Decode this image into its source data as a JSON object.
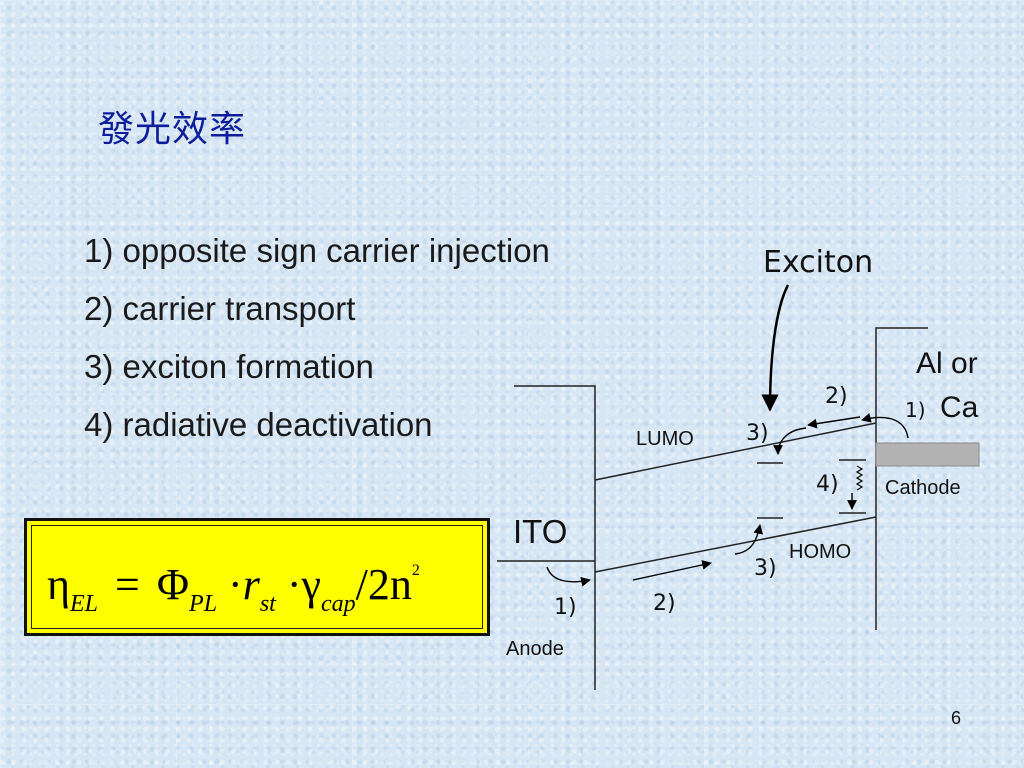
{
  "title": "發光效率",
  "steps": [
    "1) opposite sign carrier injection",
    "2) carrier transport",
    "3) exciton formation",
    "4) radiative deactivation"
  ],
  "formula": {
    "eta": "η",
    "eta_sub": "EL",
    "equals": "=",
    "phi": "Φ",
    "phi_sub": "PL",
    "dot": "·",
    "r": "r",
    "r_sub": "st",
    "gamma": "γ",
    "gamma_sub": "cap",
    "tail": "/2n",
    "tail_sup": "2"
  },
  "diagram": {
    "exciton_label": "Exciton",
    "ito_label": "ITO",
    "anode_label": "Anode",
    "lumo_label": "LUMO",
    "homo_label": "HOMO",
    "cathode_material_line1": "Al or",
    "cathode_material_line2": "Ca",
    "cathode_label": "Cathode",
    "step_1_cathode": "1)",
    "step_2_electron": "2)",
    "step_3_electron": "3)",
    "step_4_emission": "4)",
    "step_3_hole": "3)",
    "step_1_anode": "1)",
    "step_2_hole": "2)"
  },
  "colors": {
    "title": "#0d1d9c",
    "formula_fill": "#ffff00",
    "cathode_fill": "#b3b3b3"
  },
  "page_number": "6"
}
